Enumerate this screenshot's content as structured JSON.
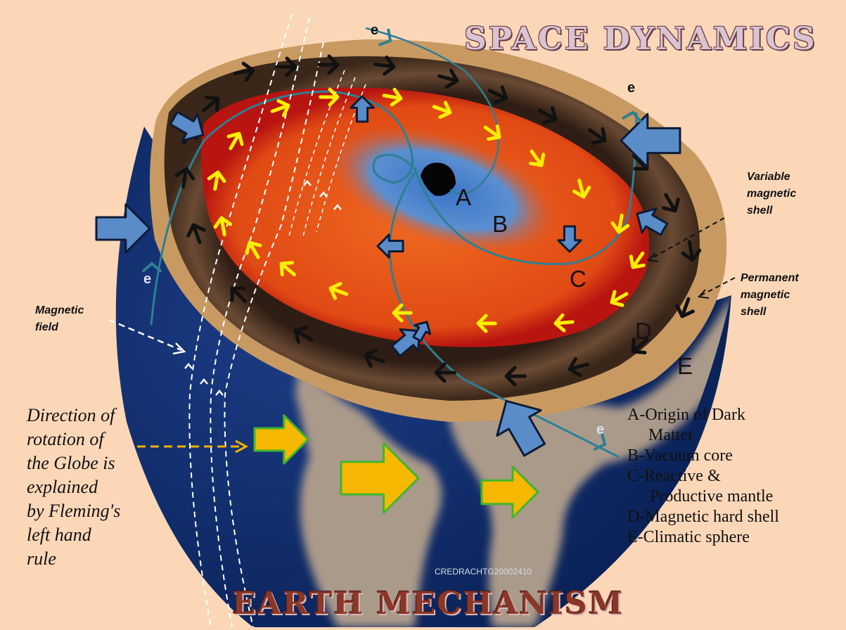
{
  "titles": {
    "top": "SPACE  DYNAMICS",
    "bottom": "EARTH  MECHANISM"
  },
  "layer_letters": {
    "a": "A",
    "b": "B",
    "c": "C",
    "d": "D",
    "e": "E"
  },
  "electron_label": "e",
  "notes": {
    "variable_shell": [
      "Variable",
      "magnetic",
      "shell"
    ],
    "permanent_shell": [
      "Permanent",
      "magnetic",
      "shell"
    ],
    "magnetic_field": [
      "Magnetic",
      "field"
    ]
  },
  "direction_text": [
    "Direction of",
    "rotation  of",
    "the Globe is",
    "explained",
    "by Fleming's",
    "left hand",
    "rule"
  ],
  "legend": {
    "a_line1": "A-Origin of Dark",
    "a_line2": "Matter",
    "b": "B-Vacuum core",
    "c_line1": "C-Reactive &",
    "c_line2": "Productive  mantle",
    "d": "D-Magnetic hard shell",
    "e": "E-Climatic  sphere"
  },
  "credit": "CREDRACHTG20002410",
  "colors": {
    "background": "#fbd7b8",
    "ocean": "#0d2a66",
    "crust": "#c89a62",
    "shell": "#4a3324",
    "mantle": "#e8561a",
    "mantle_ring": "#c4150e",
    "core": "#5b8fd0",
    "blue_arrow": "#5a8cc9",
    "yellow_arrow": "#ffee00",
    "gold_arrow": "#f6b800",
    "green_outline": "#3fb62d",
    "electron_line": "#2e7f93"
  }
}
